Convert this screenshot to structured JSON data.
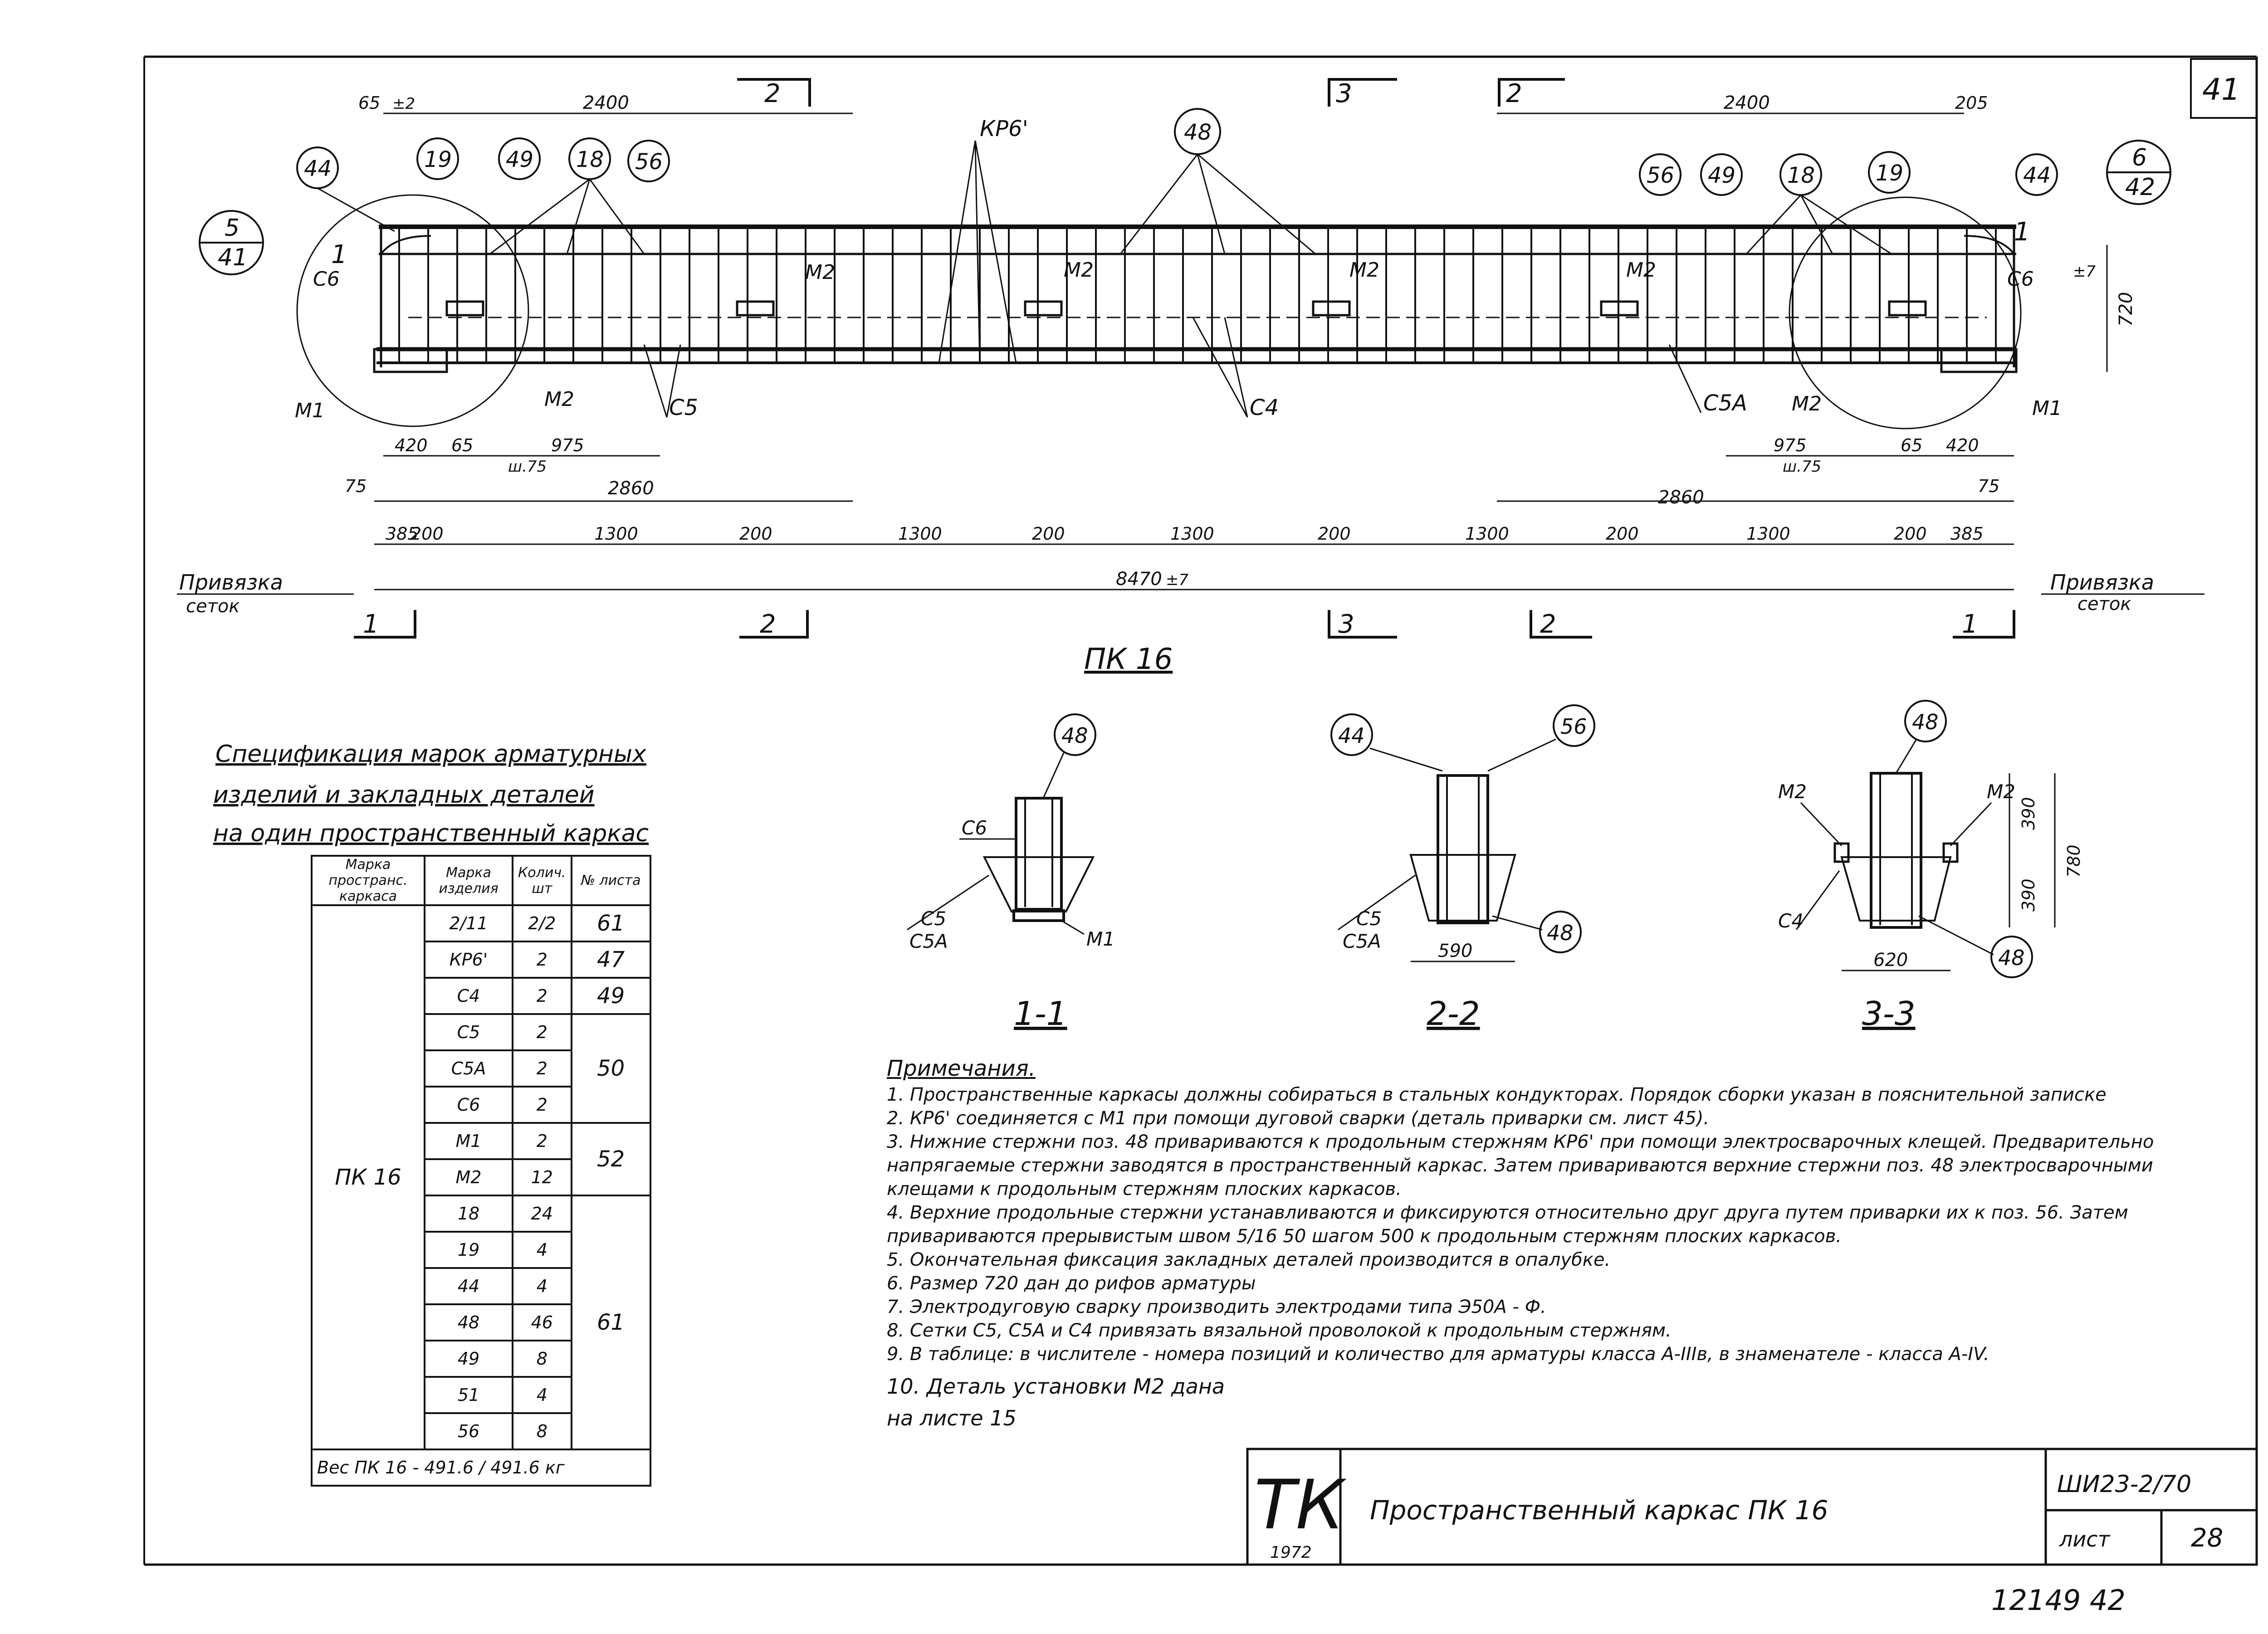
{
  "sheet_number": "41",
  "main_view": {
    "title": "ПК 16",
    "section_marks_top": [
      "2",
      "3",
      "2"
    ],
    "section_marks_bottom": [
      "1",
      "2",
      "3",
      "2",
      "1"
    ],
    "bubbles_left": [
      "44",
      "19",
      "49",
      "18",
      "56"
    ],
    "bubbles_right": [
      "56",
      "49",
      "18",
      "19",
      "44"
    ],
    "bubble_center": "48",
    "detail_left": {
      "top": "5",
      "bottom": "41"
    },
    "detail_right": {
      "top": "6",
      "bottom": "42"
    },
    "labels": {
      "kr6": "КР6'",
      "m2": "М2",
      "m1": "М1",
      "c6": "С6",
      "c5": "С5",
      "c4": "С4",
      "c5a": "С5А",
      "n1": "1",
      "privyazka": "Привязка",
      "setok": "сеток"
    },
    "dims": {
      "d65": "65",
      "pm2": "±2",
      "d2400": "2400",
      "d205": "205",
      "d720": "720",
      "pm7": "±7",
      "d420": "420",
      "d975": "975",
      "sh75": "ш.75",
      "d75": "75",
      "d2860": "2860",
      "d385": "385",
      "d200": "200",
      "d1300": "1300",
      "d8470": "8470"
    }
  },
  "sections": [
    {
      "title": "1-1",
      "bubble": "48",
      "labels": [
        "С6",
        "С5",
        "С5А",
        "М1"
      ]
    },
    {
      "title": "2-2",
      "bubbles": [
        "44",
        "56",
        "48"
      ],
      "labels": [
        "С5",
        "С5А"
      ],
      "dim": "590"
    },
    {
      "title": "3-3",
      "bubbles": [
        "48",
        "48"
      ],
      "labels": [
        "М2",
        "М2",
        "С4"
      ],
      "dims": [
        "390",
        "390",
        "780",
        "620"
      ]
    }
  ],
  "spec": {
    "title_lines": [
      "Спецификация марок арматурных",
      "изделий и закладных деталей",
      "на один пространственный каркас"
    ],
    "headers": [
      "Марка пространс. каркаса",
      "Марка изделия",
      "Колич. шт",
      "№ листа"
    ],
    "frame_mark": "ПК 16",
    "rows": [
      {
        "item": "2/11",
        "qty": "2/2",
        "sheet": "61"
      },
      {
        "item": "КР6'",
        "qty": "2",
        "sheet": "47"
      },
      {
        "item": "С4",
        "qty": "2",
        "sheet": "49"
      },
      {
        "item": "С5",
        "qty": "2",
        "sheet": ""
      },
      {
        "item": "С5А",
        "qty": "2",
        "sheet": "50"
      },
      {
        "item": "С6",
        "qty": "2",
        "sheet": ""
      },
      {
        "item": "М1",
        "qty": "2",
        "sheet": "52"
      },
      {
        "item": "М2",
        "qty": "12",
        "sheet": ""
      },
      {
        "item": "18",
        "qty": "24",
        "sheet": ""
      },
      {
        "item": "19",
        "qty": "4",
        "sheet": ""
      },
      {
        "item": "44",
        "qty": "4",
        "sheet": "61"
      },
      {
        "item": "48",
        "qty": "46",
        "sheet": ""
      },
      {
        "item": "49",
        "qty": "8",
        "sheet": ""
      },
      {
        "item": "51",
        "qty": "4",
        "sheet": ""
      },
      {
        "item": "56",
        "qty": "8",
        "sheet": ""
      }
    ],
    "weight": "Вес ПК 16 - 491.6 / 491.6 кг"
  },
  "notes": {
    "title": "Примечания.",
    "items": [
      "1. Пространственные каркасы должны собираться в стальных кондукторах. Порядок сборки указан в пояснительной записке",
      "2. КР6' соединяется с М1 при помощи дуговой сварки (деталь приварки см. лист 45).",
      "3. Нижние стержни поз. 48 привариваются к продольным стержням КР6' при помощи электросварочных клещей. Предварительно напрягаемые стержни заводятся в пространственный каркас. Затем привариваются верхние стержни поз. 48 электросварочными клещами к продольным стержням плоских каркасов.",
      "4. Верхние продольные стержни устанавливаются и фиксируются относительно друг друга путем приварки их к поз. 56. Затем привариваются прерывистым швом 5/16 50 шагом 500 к продольным стержням плоских каркасов.",
      "5. Окончательная фиксация закладных деталей производится в опалубке.",
      "6. Размер 720 дан до рифов арматуры",
      "7. Электродуговую сварку производить электродами типа Э50А - Ф.",
      "8. Сетки С5, С5А и С4 привязать вязальной проволокой к продольным стержням.",
      "9. В таблице: в числителе - номера позиций и количество для арматуры класса А-IIIв, в знаменателе - класса А-IV.",
      "10. Деталь установки М2 дана на листе 15"
    ]
  },
  "stamp": {
    "logo": "ТК",
    "year": "1972",
    "title": "Пространственный каркас ПК 16",
    "series": "ШИ23-2/70",
    "sheet_label": "лист",
    "sheet": "28"
  },
  "bottom_number": "12149 42"
}
